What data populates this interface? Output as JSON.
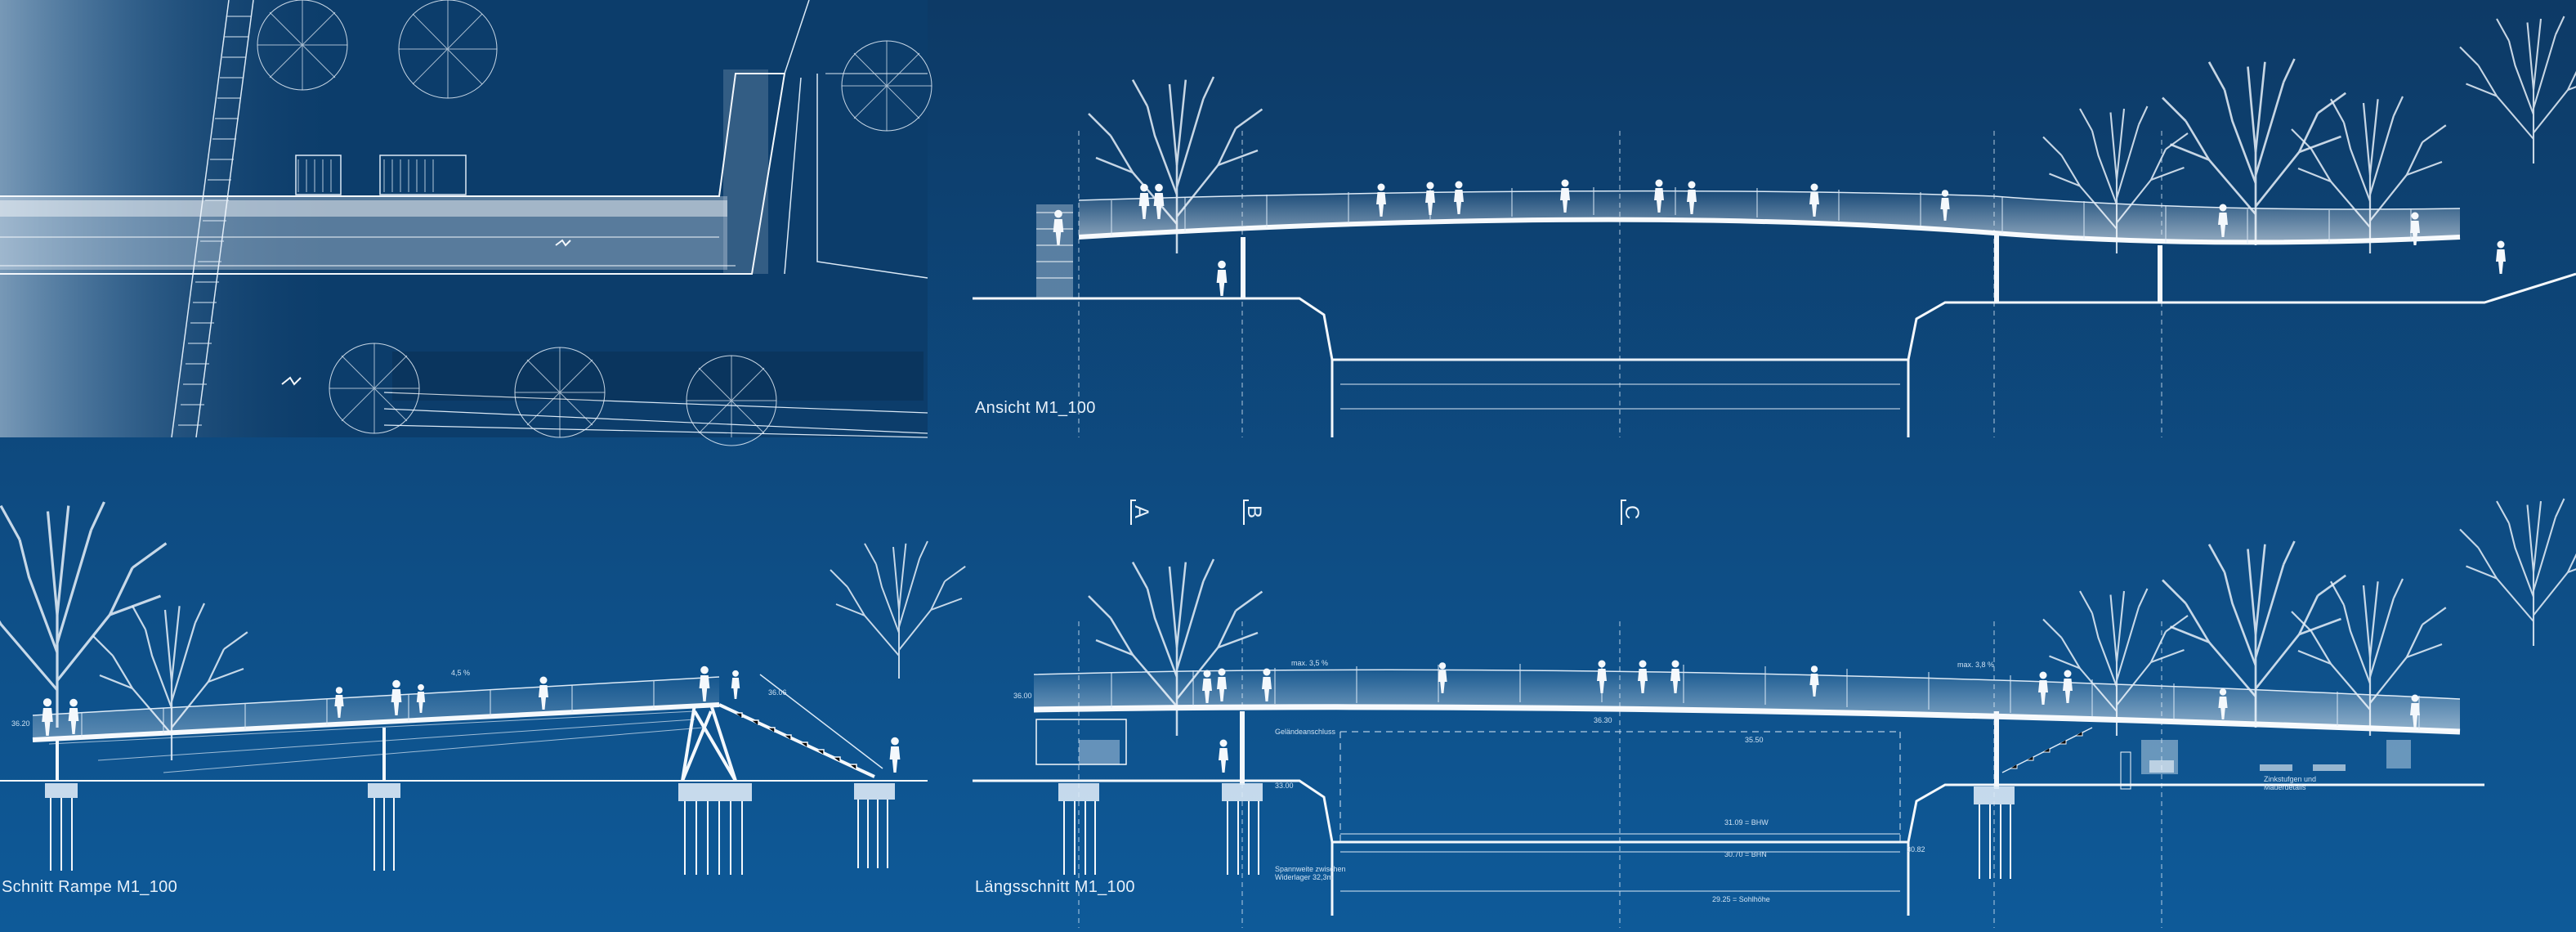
{
  "panels": {
    "plan": {
      "title": ""
    },
    "elevation": {
      "caption": "Ansicht M1_100"
    },
    "ramp_section": {
      "caption": "Schnitt Rampe M1_100"
    },
    "long_section": {
      "caption": "Längsschnitt M1_100"
    }
  },
  "section_markers": [
    "A",
    "B",
    "C"
  ],
  "ramp_section_dims": {
    "slope": "4,5 %",
    "left_level": "36.20",
    "right_level": "36.06"
  },
  "long_section_dims": {
    "slope_left": "max. 3,5 %",
    "slope_right": "max. 3,8 %",
    "left_level": "36.00",
    "mid_level": "36.30",
    "deck_label": "35.50",
    "low_left": "33.00",
    "low_right": "30.82",
    "water_1": "31.09 = BHW",
    "water_2": "30.70 = BHN",
    "water_3": "29.25 = Sohlhöhe",
    "note_left": "Spannweite zwischen Widerlager 32,3m",
    "note_right": "Zinkstufgen und Mauerdetails",
    "note_under": "Geländeanschluss"
  },
  "colors": {
    "background_top": "#0d3a66",
    "background_bottom": "#0e5a99",
    "line": "#e8f1fa",
    "deck_fill": "#f4f8fc"
  }
}
